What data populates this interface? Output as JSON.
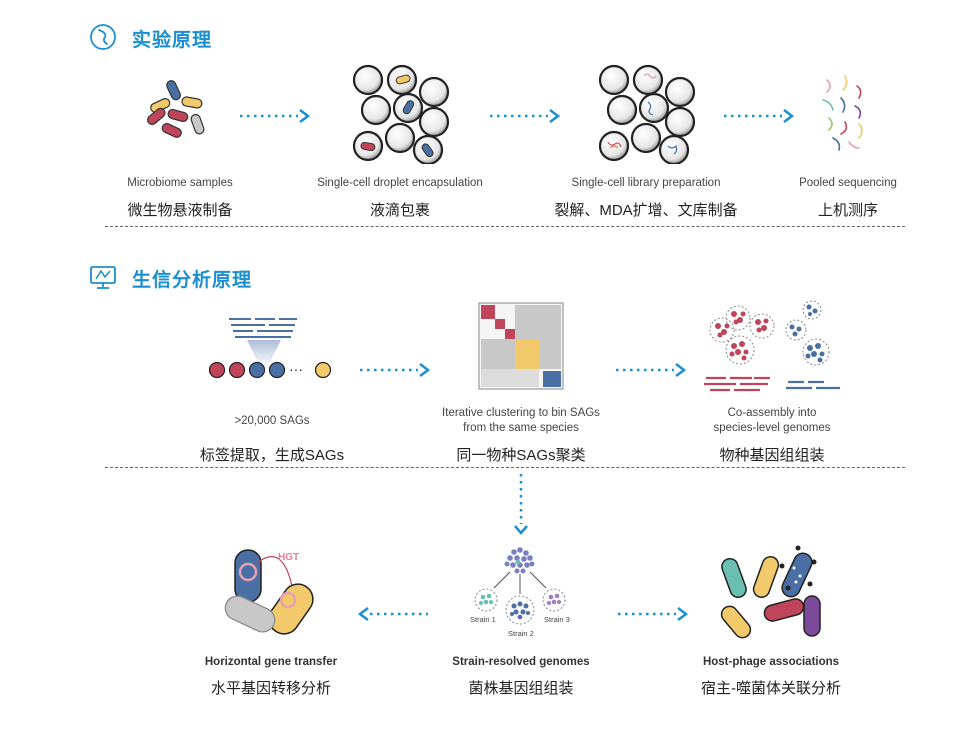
{
  "section1": {
    "title": "实验原理",
    "steps": [
      {
        "en": "Microbiome samples",
        "cn": "微生物悬液制备"
      },
      {
        "en": "Single-cell droplet encapsulation",
        "cn": "液滴包裹"
      },
      {
        "en": "Single-cell library preparation",
        "cn": "裂解、MDA扩增、文库制备"
      },
      {
        "en": "Pooled sequencing",
        "cn": "上机测序"
      }
    ]
  },
  "section2": {
    "title": "生信分析原理",
    "steps": [
      {
        "en": ">20,000 SAGs",
        "cn": "标签提取，生成SAGs"
      },
      {
        "en_line1": "Iterative clustering to bin SAGs",
        "en_line2": "from the same species",
        "cn": "同一物种SAGs聚类"
      },
      {
        "en_line1": "Co-assembly into",
        "en_line2": "species-level genomes",
        "cn": "物种基因组组装"
      }
    ],
    "bottom": [
      {
        "en": "Horizontal gene transfer",
        "cn": "水平基因转移分析"
      },
      {
        "en": "Strain-resolved genomes",
        "cn": "菌株基因组组装"
      },
      {
        "en": "Host-phage associations",
        "cn": "宿主-噬菌体关联分析"
      }
    ],
    "hgt_label": "HGT",
    "strain_labels": [
      "Strain 1",
      "Strain 2",
      "Strain 3"
    ],
    "ellipsis": "···"
  },
  "colors": {
    "accent": "#1a8fd1",
    "red": "#c0445a",
    "blue": "#4a6fa5",
    "yellow": "#f2c96b",
    "gray": "#c8c8c8",
    "teal": "#6bbfb0",
    "purple": "#7b4a9a"
  }
}
